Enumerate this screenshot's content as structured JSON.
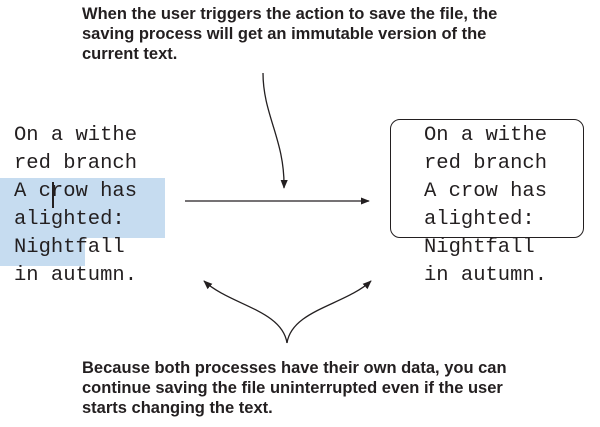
{
  "captions": {
    "top": "When the user triggers the action to save the file, the saving process will get an immutable version of the current text.",
    "bottom": "Because both processes have their own data, you can continue saving the file uninterrupted even if the user starts changing the text."
  },
  "text_left": {
    "lines": [
      "On a withe",
      "red branch",
      "A crow has",
      "alighted:",
      "Nightfall",
      "in autumn."
    ]
  },
  "text_right": {
    "lines": [
      "On a withe",
      "red branch",
      "A crow has",
      "alighted:",
      "Nightfall",
      "in autumn."
    ]
  },
  "colors": {
    "selection": "#c6dcf0",
    "ink": "#231f20"
  }
}
